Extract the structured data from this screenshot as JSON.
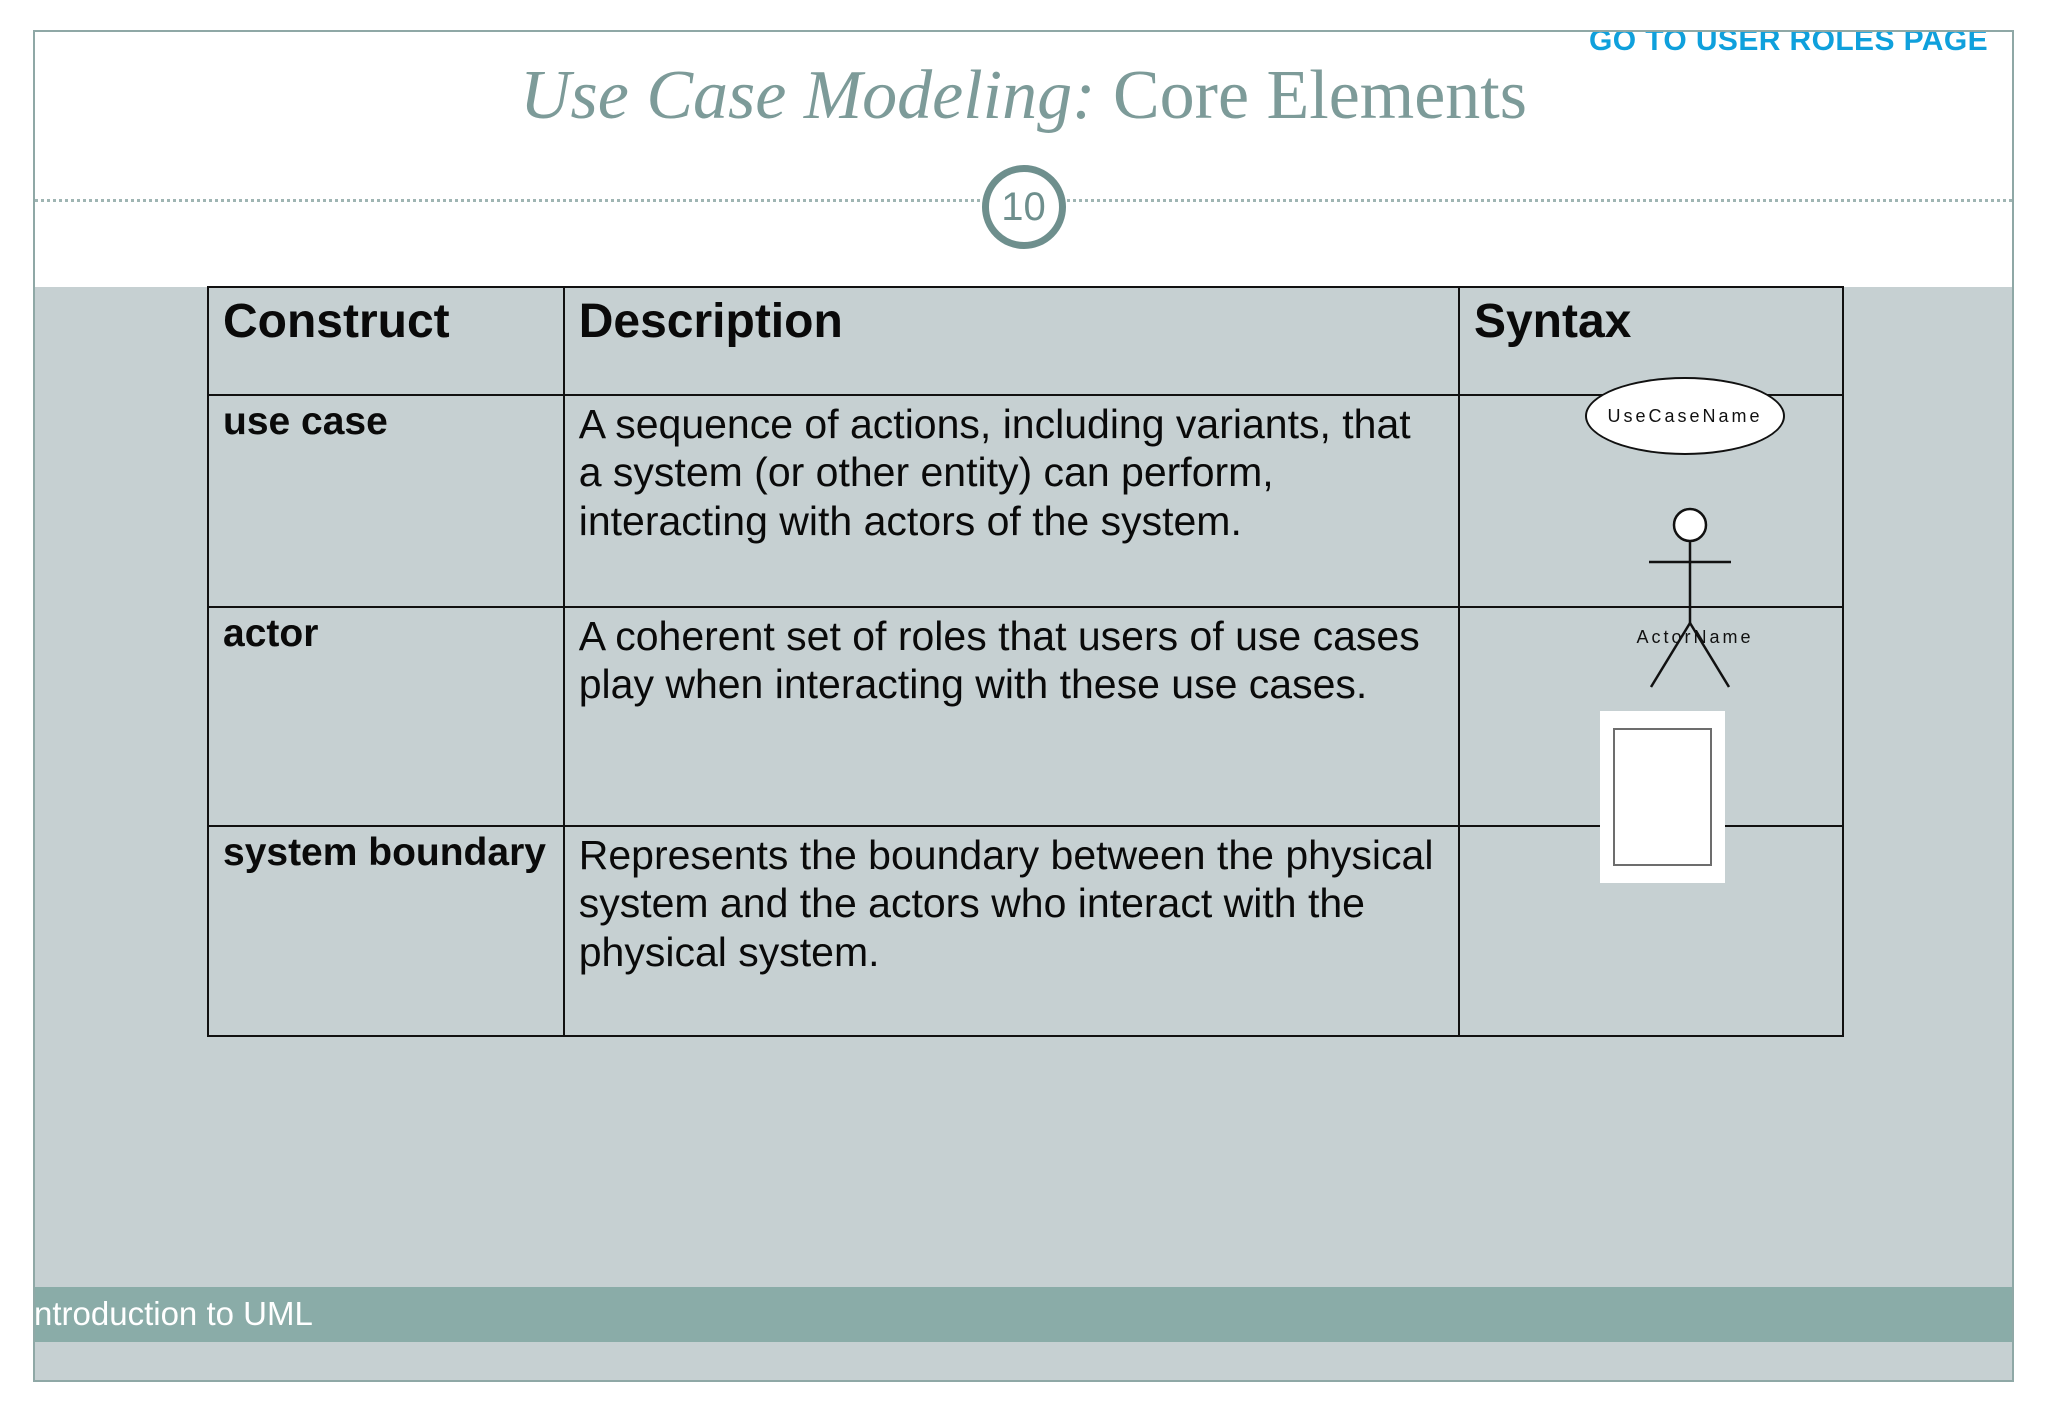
{
  "slide": {
    "page_number": "10",
    "title_italic": "Use Case Modeling:",
    "title_plain": " Core Elements",
    "top_link": "GO TO USER ROLES PAGE",
    "footer": "ntroduction to UML"
  },
  "colors": {
    "title": "#7D9B99",
    "link": "#0FA0DC",
    "body_background": "#C6D0D2",
    "footer_bar": "#8AACA8",
    "frame_border": "#8FA8A6",
    "page_circle_ring": "#6E8F8D",
    "table_border": "#111111"
  },
  "table": {
    "headers": [
      "Construct",
      "Description",
      "Syntax"
    ],
    "rows": [
      {
        "construct": "use case",
        "description": "A sequence of actions, including variants, that a system (or other entity) can perform, interacting with actors of the system.",
        "syntax_kind": "ellipse",
        "syntax_label": "UseCaseName"
      },
      {
        "construct": "actor",
        "description": "A coherent set of roles that users of use cases play when interacting with these use cases.",
        "syntax_kind": "stick-figure",
        "syntax_label": "ActorName"
      },
      {
        "construct": "system boundary",
        "description": "Represents the boundary between the physical system and the actors who interact with the physical system.",
        "syntax_kind": "rectangle",
        "syntax_label": ""
      }
    ]
  }
}
